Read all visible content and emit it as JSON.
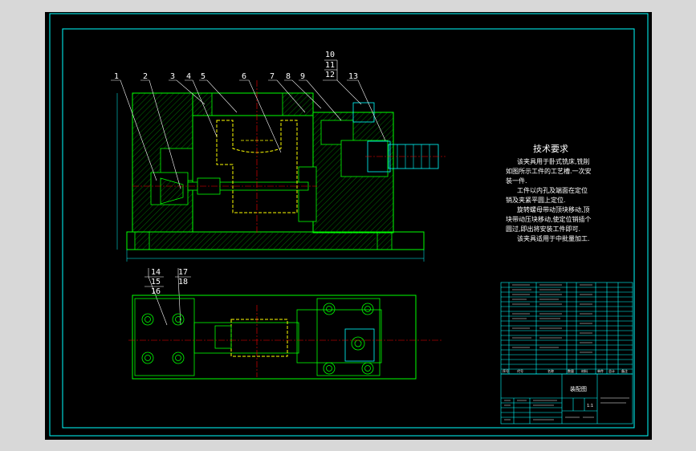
{
  "balloons": {
    "b1": "1",
    "b2": "2",
    "b3": "3",
    "b4": "4",
    "b5": "5",
    "b6": "6",
    "b7": "7",
    "b8": "8",
    "b9": "9",
    "b10": "10",
    "b11": "11",
    "b12": "12",
    "b13": "13",
    "b14": "14",
    "b15": "15",
    "b16": "16",
    "b17": "17",
    "b18": "18"
  },
  "tech_requirements": {
    "title": "技术要求",
    "lines": [
      "该夹具用于卧式铣床,铣削",
      "如图所示工件的工艺槽.一次安",
      "装一件.",
      "工件以内孔及端面在定位",
      "销及夹紧平圆上定位.",
      "旋转螺母带动顶块移动,顶",
      "块带动压块移动,使定位销插个",
      "圆过,即出将安装工件即可.",
      "该夹具适用于中批量加工."
    ]
  },
  "title_block": {
    "drawing_name": "装配图",
    "scale": "1:1",
    "header_cells": [
      "序号",
      "代号",
      "名称",
      "数量",
      "材料",
      "单件",
      "总计",
      "备注"
    ]
  },
  "colors": {
    "background": "#000000",
    "frame": "#00ffff",
    "part": "#00ff00",
    "center": "#ff0000",
    "workpiece": "#ffff00",
    "text": "#ffffff"
  }
}
